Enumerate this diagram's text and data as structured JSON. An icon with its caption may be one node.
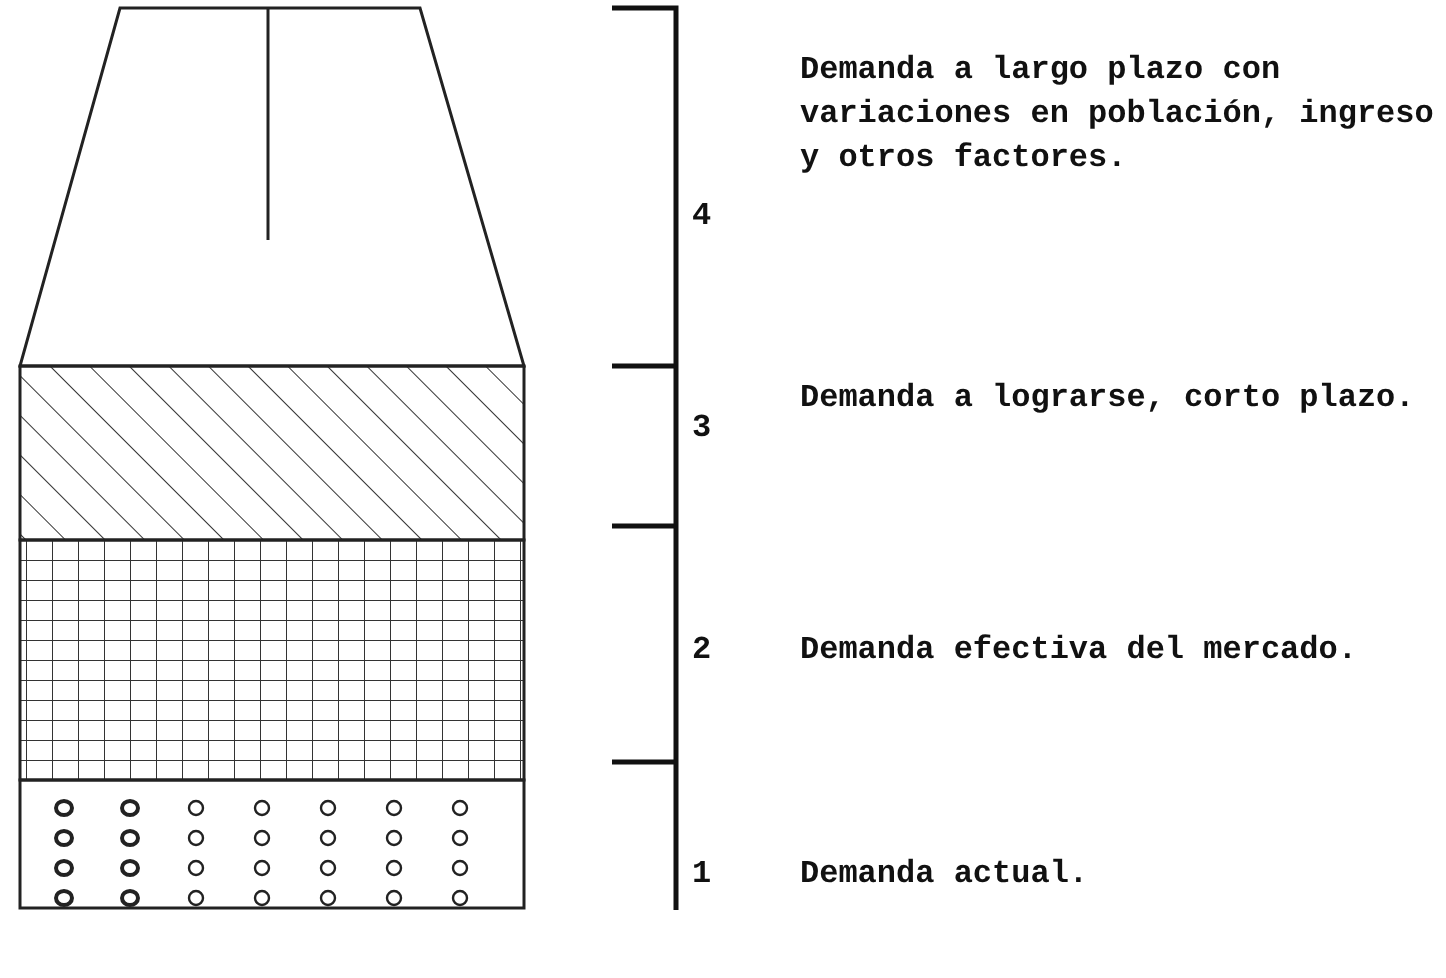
{
  "diagram": {
    "labels": [
      "4",
      "Demanda a largo plazo con variaciones en población, ingreso y otros factores.",
      "3",
      "Demanda a lograrse, corto plazo.",
      "2",
      "Demanda efectiva del mercado.",
      "1",
      "Demanda actual."
    ]
  }
}
